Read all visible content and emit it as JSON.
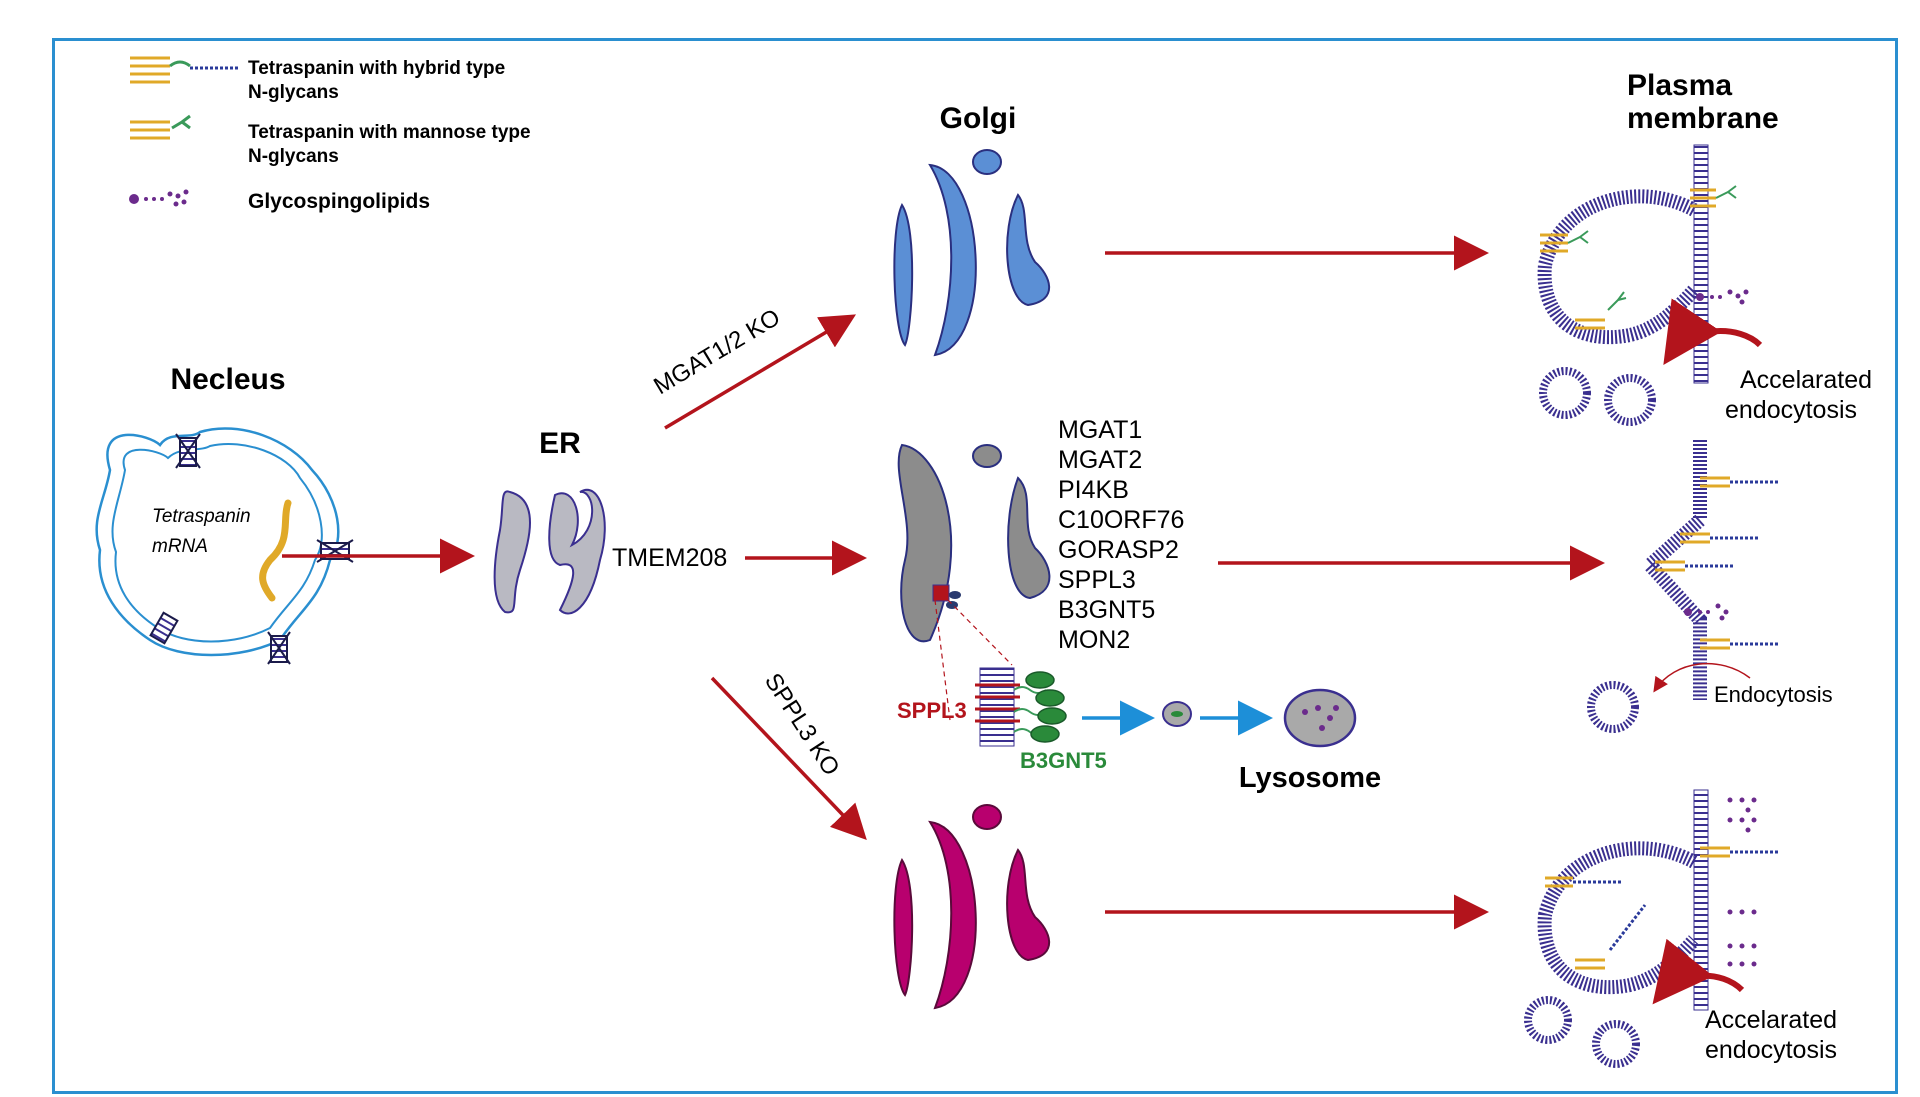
{
  "legend": {
    "hybrid_line1": "Tetraspanin with hybrid type",
    "hybrid_line2": "N-glycans",
    "mannose_line1": "Tetraspanin with mannose type",
    "mannose_line2": "N-glycans",
    "glyco": "Glycospingolipids"
  },
  "labels": {
    "nucleus": "Necleus",
    "mrna_line1": "Tetraspanin",
    "mrna_line2": "mRNA",
    "er": "ER",
    "golgi": "Golgi",
    "plasma_line1": "Plasma",
    "plasma_line2": "membrane",
    "mgat_ko": "MGAT1/2 KO",
    "tmem208": "TMEM208",
    "sppl3_ko": "SPPL3 KO",
    "sppl3": "SPPL3",
    "b3gnt5": "B3GNT5",
    "lysosome": "Lysosome",
    "acc1_line1": "Accelarated",
    "acc1_line2": "endocytosis",
    "endocytosis": "Endocytosis",
    "acc2_line1": "Accelarated",
    "acc2_line2": "endocytosis"
  },
  "genes": [
    "MGAT1",
    "MGAT2",
    "PI4KB",
    "C10ORF76",
    "GORASP2",
    "SPPL3",
    "B3GNT5",
    "MON2"
  ],
  "colors": {
    "frame": "#2a8fd0",
    "arrow_red": "#b3141c",
    "arrow_blue": "#1d8fd8",
    "golgi_ko": "#5b8fd5",
    "golgi_wt": "#8c8c8c",
    "golgi_sppl3ko": "#b8006e",
    "er": "#b9b9c2",
    "membrane": "#3a2f8f",
    "tetraspanin": "#e0a928",
    "glycolipid": "#6b2b8c",
    "sppl3_text": "#b3141c",
    "b3gnt5_text": "#2a8a3a"
  }
}
